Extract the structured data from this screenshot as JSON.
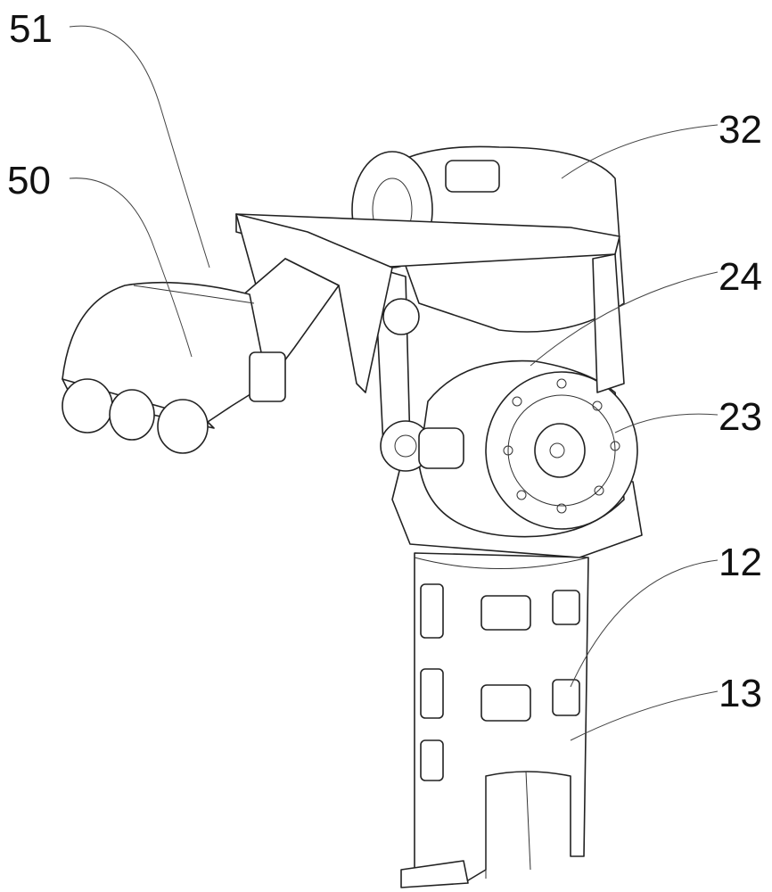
{
  "figure": {
    "labels": {
      "l51": "51",
      "l50": "50",
      "l32": "32",
      "l24": "24",
      "l23": "23",
      "l12": "12",
      "l13": "13"
    }
  }
}
